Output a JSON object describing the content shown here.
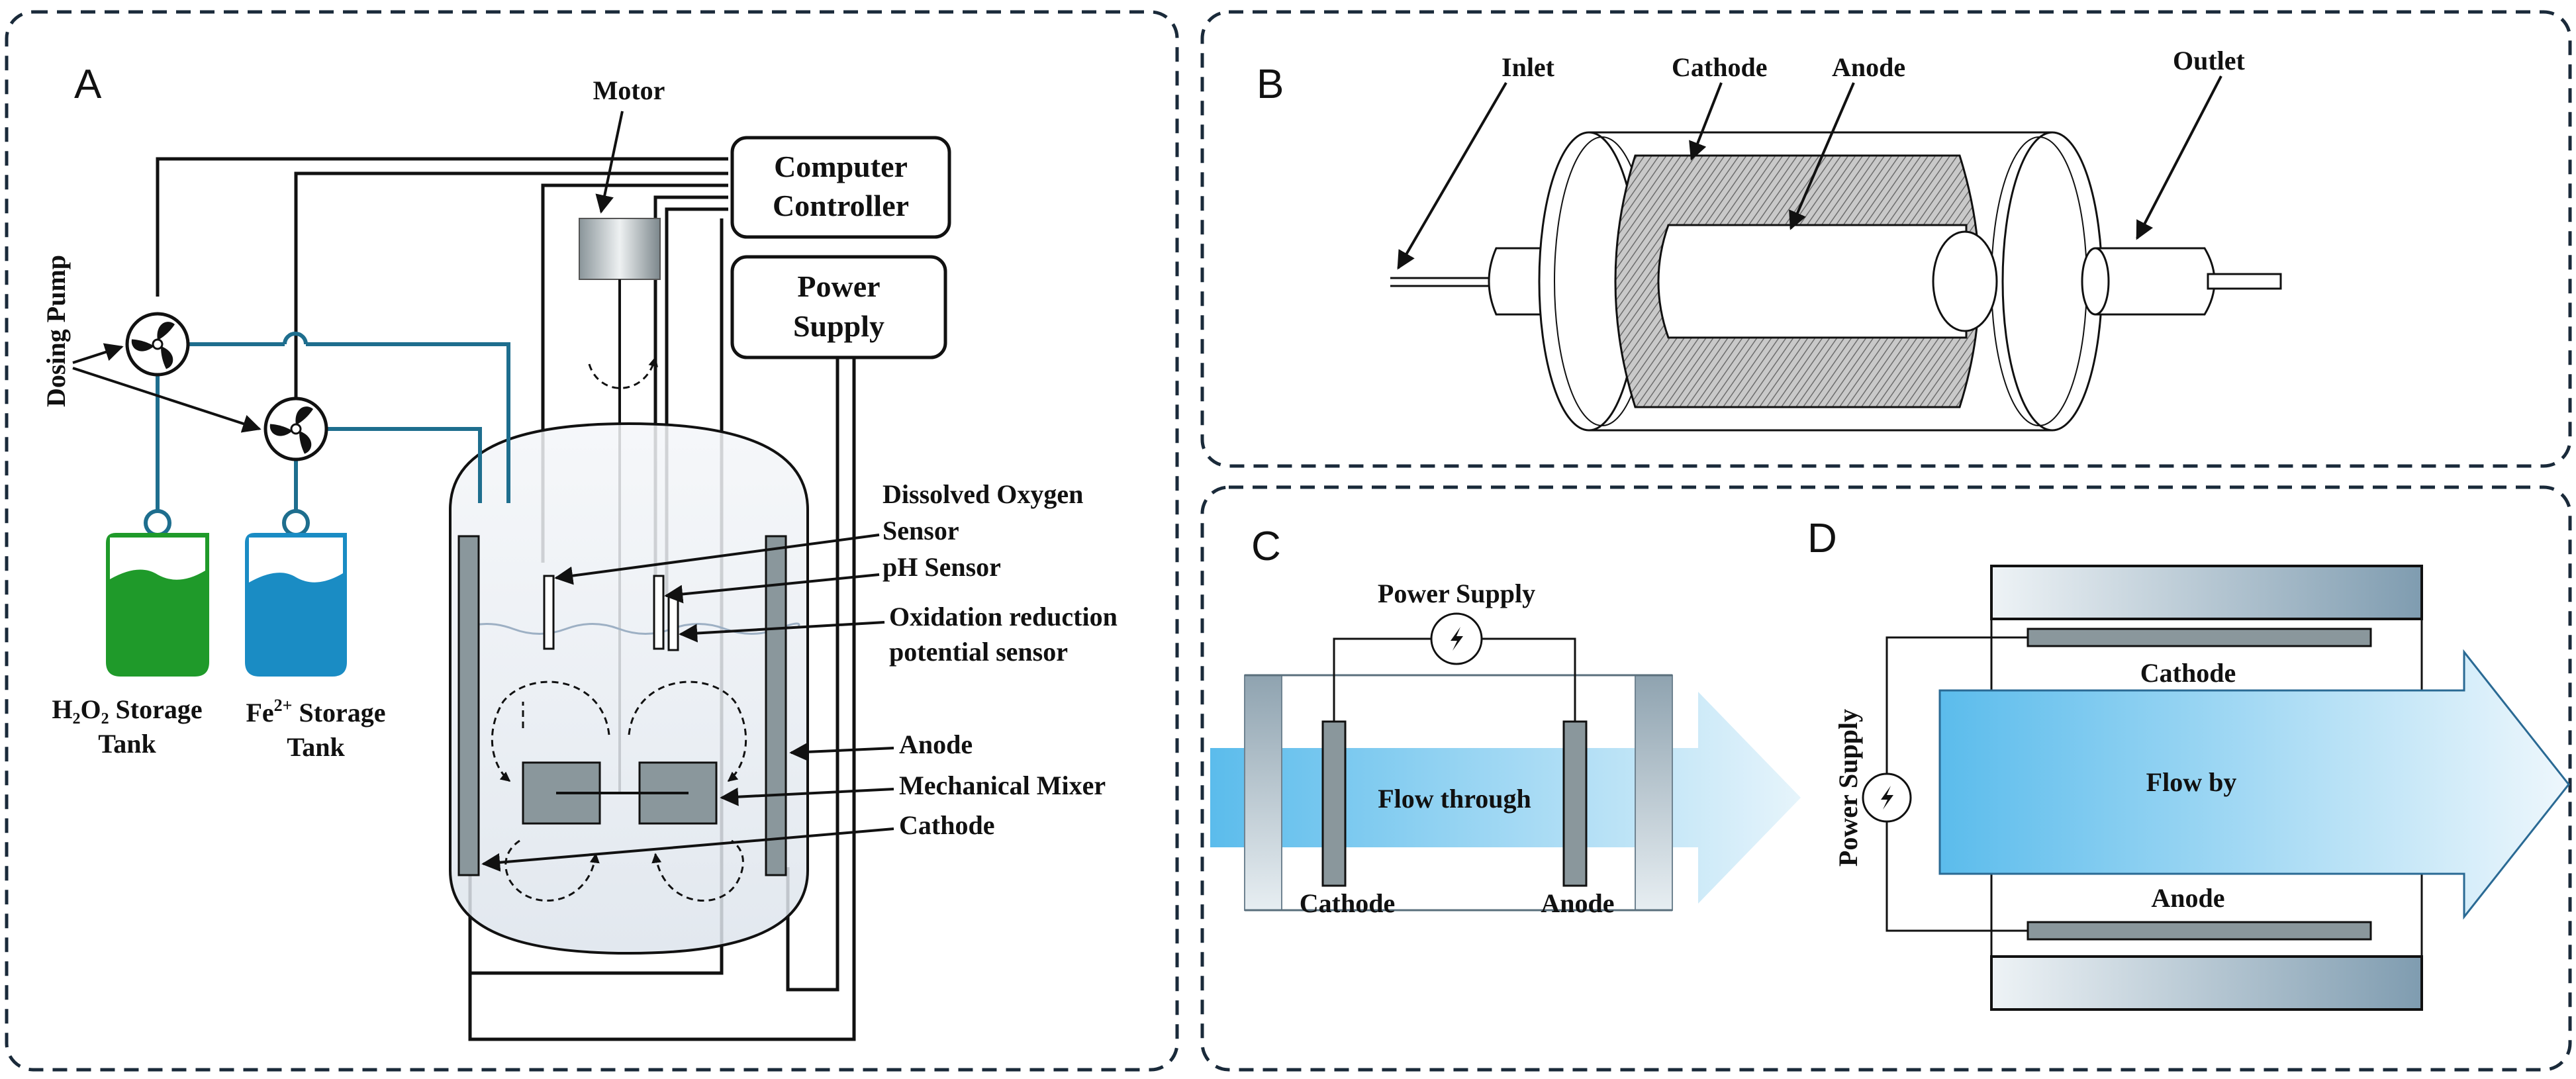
{
  "panels": {
    "a": {
      "letter": "A",
      "motor": "Motor",
      "computer_controller_line1": "Computer",
      "computer_controller_line2": "Controller",
      "power_supply_line1": "Power",
      "power_supply_line2": "Supply",
      "dosing_pump": "Dosing Pump",
      "h2o2_tank_line1": "H₂O₂ Storage",
      "h2o2_tank_line2": "Tank",
      "fe_tank_line1_main": "Fe",
      "fe_tank_line1_sup": "2+",
      "fe_tank_line1_rest": " Storage",
      "fe_tank_line2": "Tank",
      "do_sensor_line1": "Dissolved Oxygen",
      "do_sensor_line2": "Sensor",
      "ph_sensor": "pH Sensor",
      "orp_sensor_line1": "Oxidation reduction",
      "orp_sensor_line2": "potential sensor",
      "anode": "Anode",
      "mixer": "Mechanical Mixer",
      "cathode": "Cathode"
    },
    "b": {
      "letter": "B",
      "inlet": "Inlet",
      "cathode": "Cathode",
      "anode": "Anode",
      "outlet": "Outlet"
    },
    "c": {
      "letter": "C",
      "power_supply": "Power Supply",
      "flow": "Flow through",
      "cathode": "Cathode",
      "anode": "Anode"
    },
    "d": {
      "letter": "D",
      "power_supply": "Power Supply",
      "cathode": "Cathode",
      "flow": "Flow by",
      "anode": "Anode"
    }
  },
  "colors": {
    "panel_border": "#1a2a3a",
    "dosing_line": "#1e6e8e",
    "h2o2_tank": "#1f9a2a",
    "fe_tank": "#1a8cc4",
    "electrode": "#8a979c",
    "flow_light": "#d6ecf8",
    "flow_dark": "#5bbcec"
  },
  "icons": [
    "fan-icon",
    "lightning-icon",
    "rotation-arrow-icon"
  ]
}
